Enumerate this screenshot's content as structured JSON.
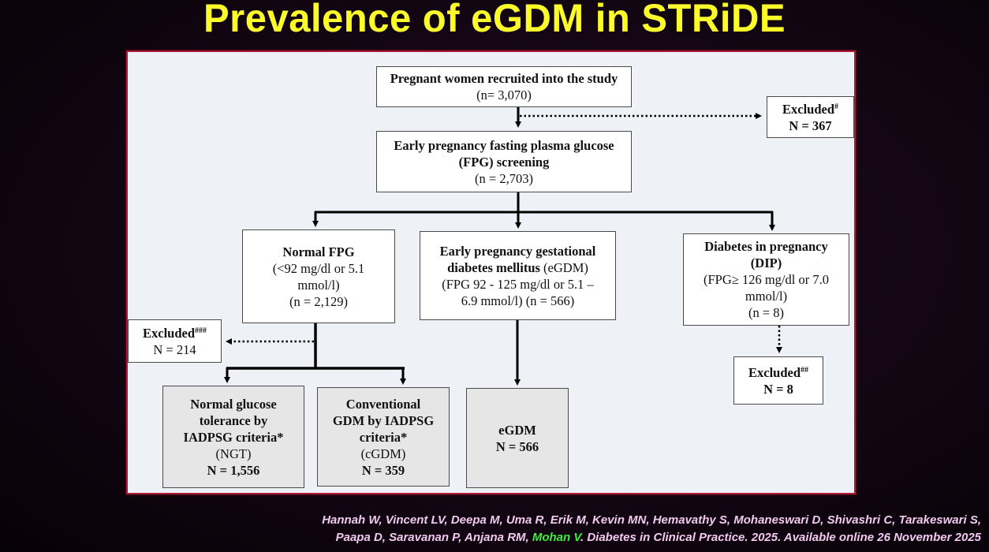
{
  "title": "Prevalence of eGDM in STRiDE",
  "flowchart": {
    "recruited": {
      "label": "Pregnant women recruited into the study",
      "n": "(n= 3,070)"
    },
    "excluded_1": {
      "label": "Excluded",
      "mark": "#",
      "n": "N = 367"
    },
    "screening": {
      "label_line1": "Early pregnancy fasting plasma glucose",
      "label_line2": "(FPG) screening",
      "n": "(n = 2,703)"
    },
    "normal_fpg": {
      "label": "Normal FPG",
      "criteria_line1": "(<92 mg/dl or 5.1",
      "criteria_line2": "mmol/l)",
      "n": "(n = 2,129)"
    },
    "egdm_branch": {
      "label_line1": "Early pregnancy gestational",
      "label_line2_bold": "diabetes mellitus",
      "label_line2_rest": " (eGDM)",
      "criteria_line1": "(FPG 92 - 125 mg/dl or 5.1 –",
      "criteria_line2": "6.9 mmol/l) (n = 566)"
    },
    "dip": {
      "label_line1": "Diabetes in pregnancy",
      "label_line2": "(DIP)",
      "criteria_line1": "(FPG≥ 126 mg/dl or 7.0",
      "criteria_line2": "mmol/l)",
      "n": "(n = 8)"
    },
    "excluded_3": {
      "label": "Excluded",
      "mark": "###",
      "n": "N = 214"
    },
    "excluded_2": {
      "label": "Excluded",
      "mark": "##",
      "n": "N = 8"
    },
    "ngt": {
      "line1": "Normal glucose",
      "line2": "tolerance by",
      "line3": "IADPSG criteria*",
      "abbr": "(NGT)",
      "n": "N = 1,556"
    },
    "cgdm": {
      "line1": "Conventional",
      "line2": "GDM by IADPSG",
      "line3": "criteria*",
      "abbr": "(cGDM)",
      "n": "N = 359"
    },
    "egdm_final": {
      "label": "eGDM",
      "n": "N = 566"
    }
  },
  "citation": {
    "line1": "Hannah W, Vincent LV,  Deepa M, Uma R, Erik M, Kevin MN, Hemavathy S, Mohaneswari D, Shivashri C, Tarakeswari S,",
    "line2_pre": "Paapa D, Saravanan P, Anjana RM, ",
    "line2_highlight": "Mohan V",
    "line2_post": ". Diabetes in Clinical Practice. 2025. Available online 26 November 2025"
  },
  "colors": {
    "title": "#fbfb2c",
    "highlight": "#39f039",
    "citation": "#f2c9f0",
    "panel_border": "#b01a38"
  }
}
